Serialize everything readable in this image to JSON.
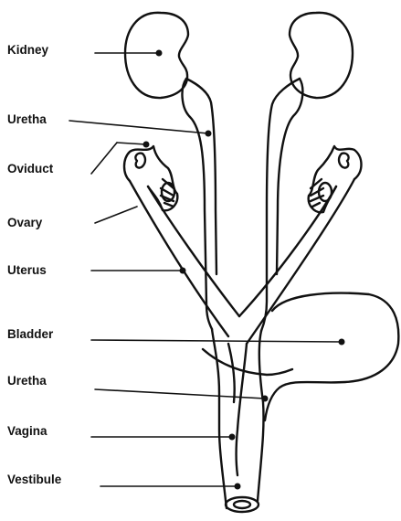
{
  "labels": {
    "kidney": "Kidney",
    "uretha_upper": "Uretha",
    "oviduct": "Oviduct",
    "ovary": "Ovary",
    "uterus": "Uterus",
    "bladder": "Bladder",
    "uretha_lower": "Uretha",
    "vagina": "Vagina",
    "vestibule": "Vestibule"
  },
  "colors": {
    "stroke": "#111111",
    "background": "#ffffff"
  }
}
